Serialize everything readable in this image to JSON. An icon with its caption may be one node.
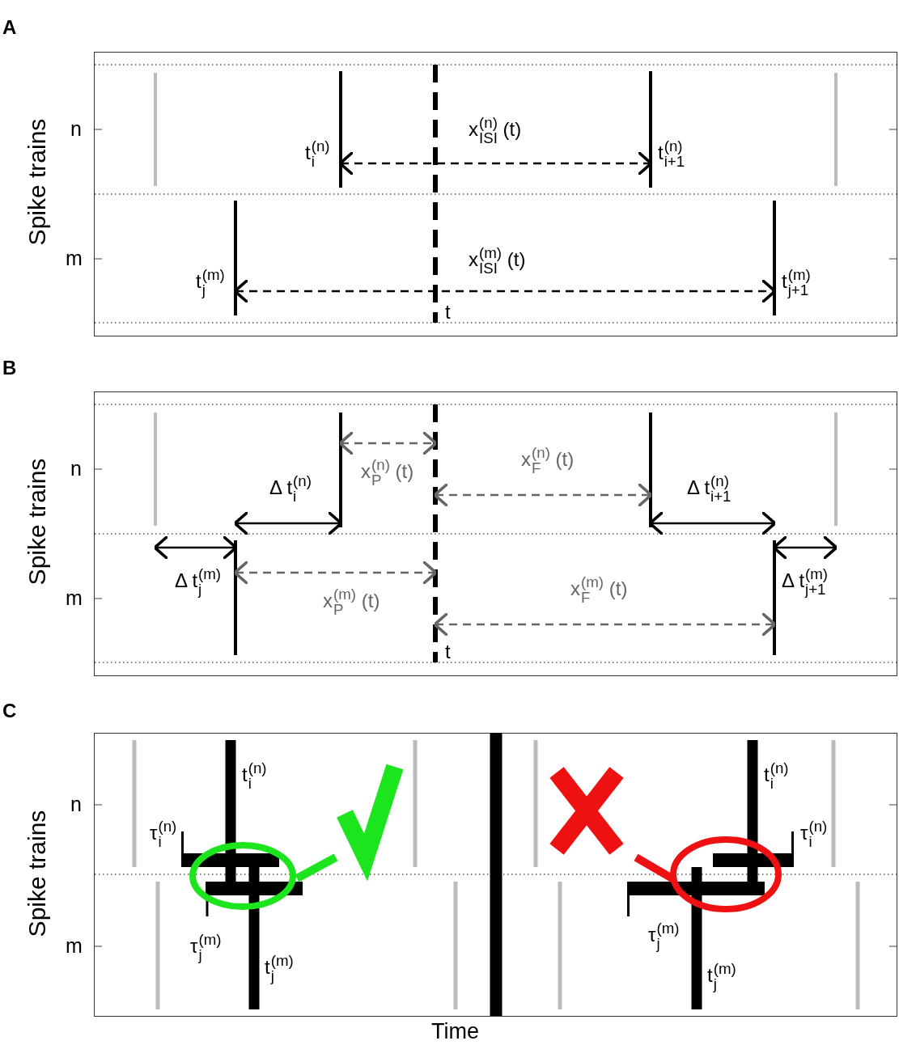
{
  "diagram": {
    "labels": [
      "A",
      "Spike trains",
      "n",
      "m",
      "x$_{ISI}$$^{(n)}$ (t)",
      "t$_{i}$$^{(n)}$",
      "t$_{i+1}$$^{(n)}$",
      "x$_{ISI}$$^{(m)}$ (t)",
      "t$_{j}$$^{(m)}$",
      "t$_{j+1}$$^{(m)}$",
      "t",
      "B",
      "Spike trains",
      "n",
      "m",
      "x$_{P}$$^{(n)}$ (t)",
      "x$_{F}$$^{(n)}$ (t)",
      "Δ t$_{i}$$^{(n)}$",
      "Δ t$_{i+1}$$^{(n)}$",
      "Δ t$_{j}$$^{(m)}$",
      "Δ t$_{j+1}$$^{(m)}$",
      "x$_{P}$$^{(m)}$ (t)",
      "x$_{F}$$^{(m)}$ (t)",
      "t",
      "C",
      "Spike trains",
      "n",
      "m",
      "t$_{i}$$^{(n)}$",
      "τ$_{i}$$^{(n)}$",
      "τ$_{j}$$^{(m)}$",
      "t$_{j}$$^{(m)}$",
      "t$_{i}$$^{(n)}$",
      "τ$_{i}$$^{(n)}$",
      "τ$_{j}$$^{(m)}$",
      "t$_{j}$$^{(m)}$",
      "Time"
    ]
  }
}
